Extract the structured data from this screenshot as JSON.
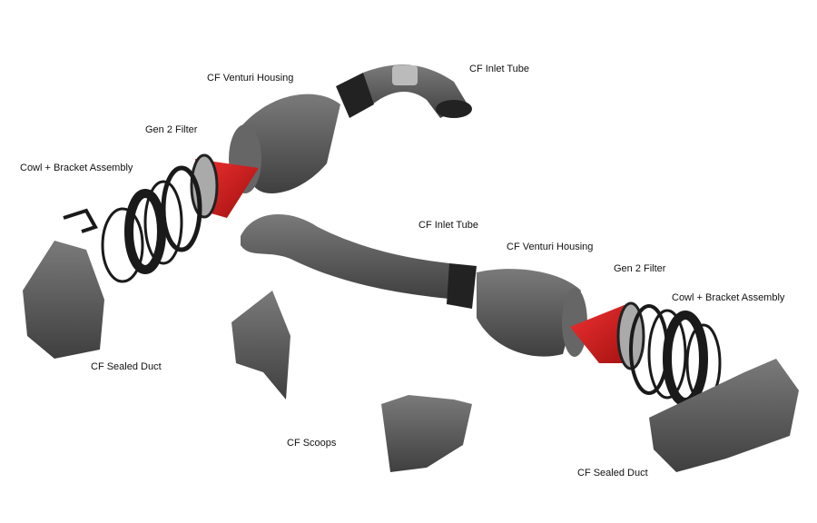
{
  "labels": {
    "left_venturi": "CF Venturi Housing",
    "left_inlet": "CF Inlet Tube",
    "left_filter": "Gen 2 Filter",
    "left_cowl": "Cowl + Bracket Assembly",
    "left_duct": "CF Sealed Duct",
    "right_inlet": "CF Inlet Tube",
    "right_venturi": "CF Venturi Housing",
    "right_filter": "Gen 2 Filter",
    "right_cowl": "Cowl + Bracket Assembly",
    "scoops": "CF Scoops",
    "right_duct": "CF Sealed Duct"
  },
  "colors": {
    "part": "#5a5a5a",
    "filter": "#d91c1c",
    "ring": "#1a1a1a"
  }
}
